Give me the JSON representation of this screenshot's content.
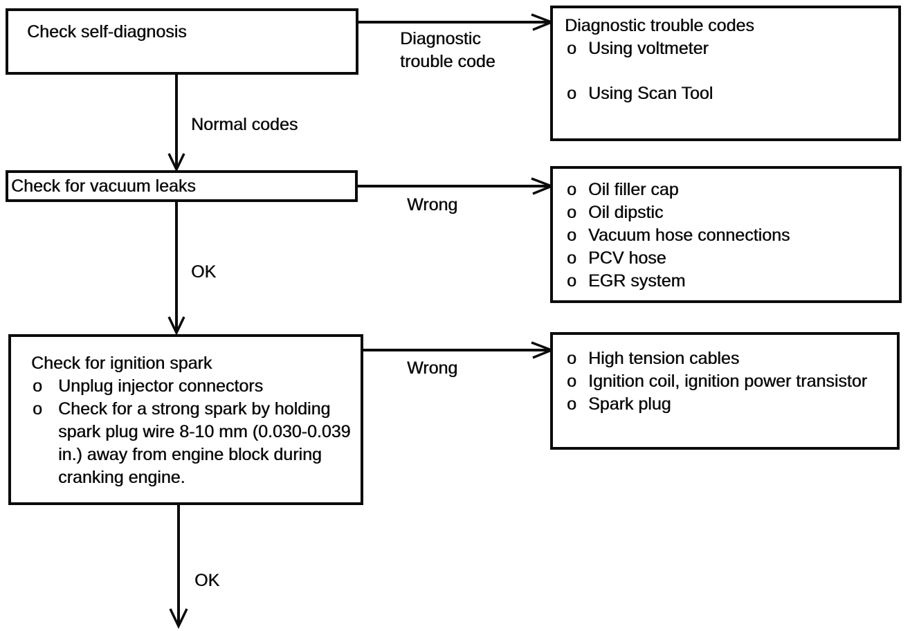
{
  "flowchart": {
    "nodes": {
      "self_diagnosis": {
        "title": "Check self-diagnosis"
      },
      "dtc": {
        "title": "Diagnostic trouble codes",
        "bullet": "o",
        "items": [
          "Using voltmeter",
          "Using Scan Tool"
        ]
      },
      "vacuum": {
        "title": "Check for vacuum leaks"
      },
      "vacuum_checks": {
        "bullet": "o",
        "items": [
          "Oil filler cap",
          "Oil dipstic",
          "Vacuum hose connections",
          "PCV hose",
          "EGR system"
        ]
      },
      "ignition": {
        "title": "Check for ignition spark",
        "bullet": "o",
        "items": [
          "Unplug injector connectors",
          "Check for a strong spark by holding spark plug wire 8-10 mm (0.030-0.039 in.) away from engine block during cranking engine."
        ]
      },
      "ignition_checks": {
        "bullet": "o",
        "items": [
          "High tension cables",
          "Ignition coil, ignition power transistor",
          "Spark plug"
        ]
      }
    },
    "edges": {
      "diagnostic_trouble_code": {
        "label": "Diagnostic trouble code"
      },
      "normal_codes": {
        "label": "Normal codes"
      },
      "wrong_vacuum": {
        "label": "Wrong"
      },
      "ok_vacuum": {
        "label": "OK"
      },
      "wrong_ignition": {
        "label": "Wrong"
      },
      "ok_ignition": {
        "label": "OK"
      }
    },
    "colors": {
      "ink": "#0b0b0b",
      "background": "#ffffff"
    }
  }
}
